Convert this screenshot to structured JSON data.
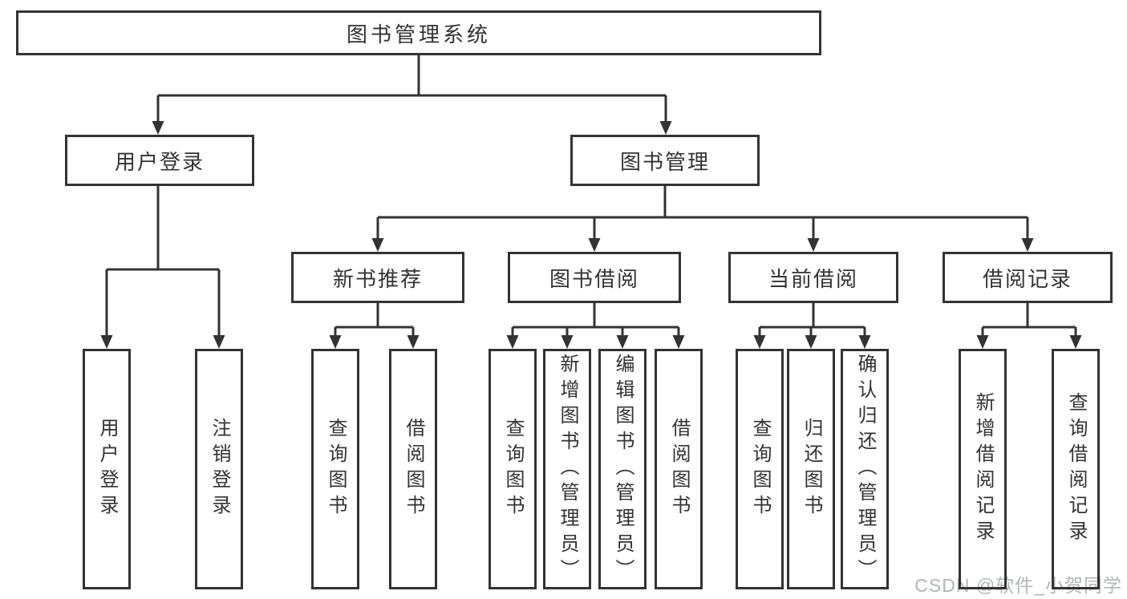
{
  "diagram": {
    "root": {
      "label": "图书管理系统",
      "children": [
        {
          "label": "用户登录",
          "children": [
            {
              "label": "用户登录"
            },
            {
              "label": "注销登录"
            }
          ]
        },
        {
          "label": "图书管理",
          "children": [
            {
              "label": "新书推荐",
              "children": [
                {
                  "label": "查询图书"
                },
                {
                  "label": "借阅图书"
                }
              ]
            },
            {
              "label": "图书借阅",
              "children": [
                {
                  "label": "查询图书"
                },
                {
                  "label": "新增图书（管理员）"
                },
                {
                  "label": "编辑图书（管理员）"
                },
                {
                  "label": "借阅图书"
                }
              ]
            },
            {
              "label": "当前借阅",
              "children": [
                {
                  "label": "查询图书"
                },
                {
                  "label": "归还图书"
                },
                {
                  "label": "确认归还（管理员）"
                }
              ]
            },
            {
              "label": "借阅记录",
              "children": [
                {
                  "label": "新增借阅记录"
                },
                {
                  "label": "查询借阅记录"
                }
              ]
            }
          ]
        }
      ]
    }
  },
  "watermark": {
    "text": "CSDN @软件_小贺同学"
  },
  "appearance": {
    "line_color": "#333333",
    "text_color": "#333333",
    "background_color": "#ffffff",
    "watermark_color": "#b3b6ba"
  }
}
